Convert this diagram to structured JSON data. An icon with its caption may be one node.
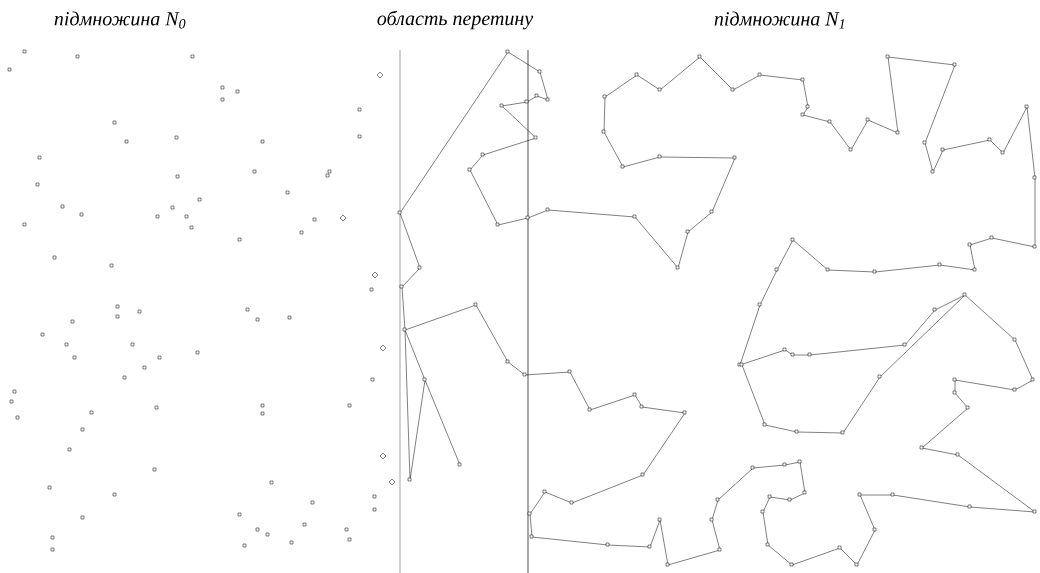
{
  "diagram": {
    "labels": [
      "підмножина N$_{0}$",
      "область перетину",
      "підмножина N$_{1}$"
    ]
  }
}
